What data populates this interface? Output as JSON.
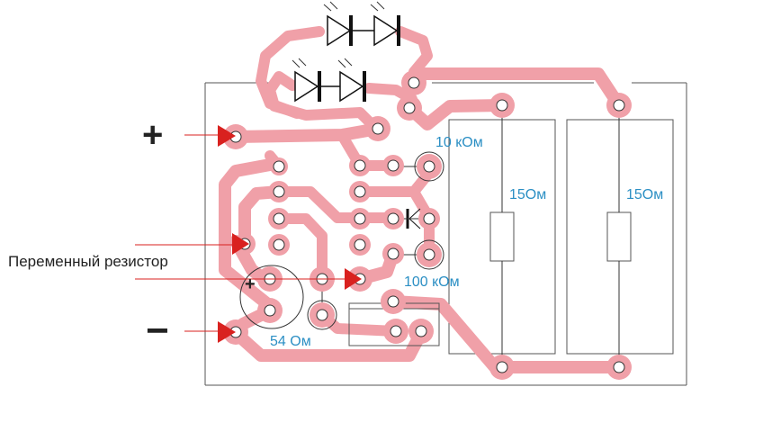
{
  "diagram": {
    "title": "PCB layout",
    "labels": {
      "plus_terminal": "+",
      "minus_terminal": "−",
      "variable_resistor": "Переменный резистор",
      "r_10k": "10 кОм",
      "r_100k": "100 кОм",
      "r_54": "54 Ом",
      "r_15_left": "15Ом",
      "r_15_right": "15Ом",
      "cap_polarity": "+"
    },
    "colors": {
      "trace": "#f0a0a8",
      "arrow": "#d9211f",
      "label": "#2b8fc4",
      "outline": "#555555"
    },
    "components": {
      "leds": [
        "LED1",
        "LED2",
        "LED3",
        "LED4"
      ],
      "resistors": [
        "10 кОм",
        "100 кОм",
        "54 Ом",
        "15Ом",
        "15Ом"
      ],
      "diode": "diode",
      "capacitor": "electrolytic capacitor"
    }
  }
}
